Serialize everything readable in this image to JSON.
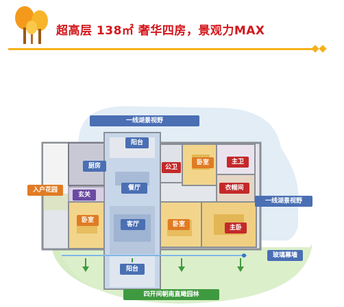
{
  "header": {
    "title_main": "超高层 138㎡",
    "title_rest": "奢华四房，景观力MAX",
    "accent_color": "#d2161b",
    "line_color": "#f6b21a",
    "icon": "tree-icon"
  },
  "plan": {
    "labels": {
      "top_view": "一线湖景视野",
      "right_view": "一线湖景视野",
      "balcony_top": "阳台",
      "kitchen": "厨房",
      "public_bath": "公卫",
      "bedroom_top": "卧室",
      "master_bath": "主卫",
      "dining": "餐厅",
      "walk_in_closet": "衣帽间",
      "garden_entrance": "入户花园",
      "foyer": "玄关",
      "bedroom_left": "卧室",
      "living": "客厅",
      "bedroom_middle": "卧室",
      "master_bedroom": "主卧",
      "glass_wall": "玻璃幕墙",
      "balcony_bottom": "阳台",
      "bottom_view": "四开间朝南直瞰园林"
    }
  }
}
